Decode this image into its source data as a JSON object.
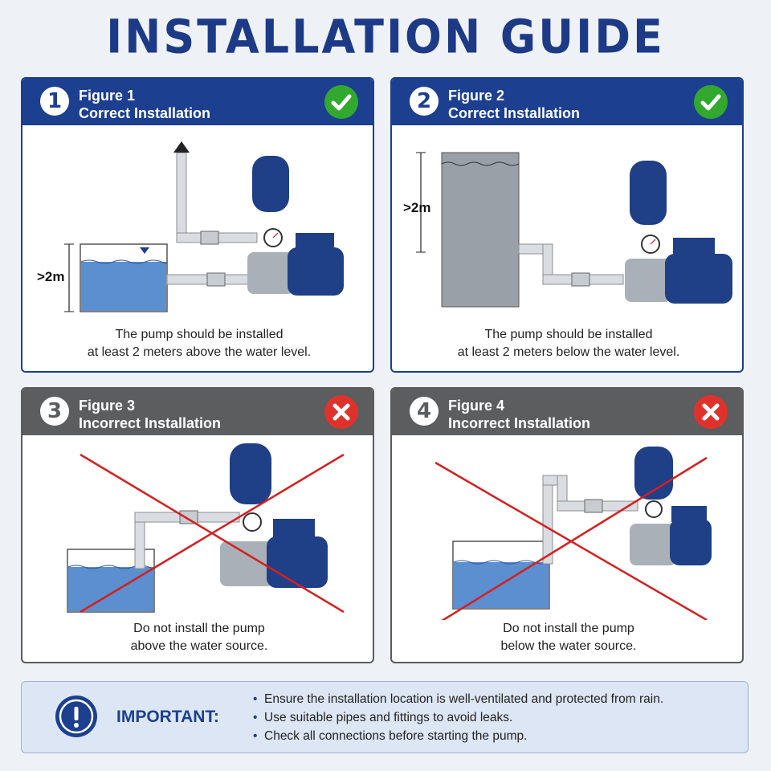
{
  "title": "INSTALLATION GUIDE",
  "figures": [
    {
      "number": "1",
      "label": "Figure 1",
      "status": "Correct Installation",
      "result": "check-icon",
      "dim": ">2m",
      "caption_line1": "The pump should be installed",
      "caption_line2": "at least 2 meters above the water level."
    },
    {
      "number": "2",
      "label": "Figure 2",
      "status": "Correct Installation",
      "result": "check-icon",
      "dim": ">2m",
      "caption_line1": "The pump should be installed",
      "caption_line2": "at least 2 meters below the water level."
    },
    {
      "number": "3",
      "label": "Figure 3",
      "status": "Incorrect Installation",
      "result": "cross-icon",
      "caption_line1": "Do not install the pump",
      "caption_line2": "above the water source."
    },
    {
      "number": "4",
      "label": "Figure 4",
      "status": "Incorrect Installation",
      "result": "cross-icon",
      "caption_line1": "Do not install the pump",
      "caption_line2": "below the water source."
    }
  ],
  "important": {
    "label": "IMPORTANT:",
    "items": [
      "Ensure the installation location is well-ventilated and protected from rain.",
      "Use suitable pipes and fittings to avoid leaks.",
      "Check all connections before starting the pump."
    ]
  },
  "colors": {
    "primary": "#1c3f8f",
    "ok": "#32a82e",
    "error": "#e0322c",
    "water": "#5b8fd0",
    "header_bad": "#5b5d5f"
  }
}
